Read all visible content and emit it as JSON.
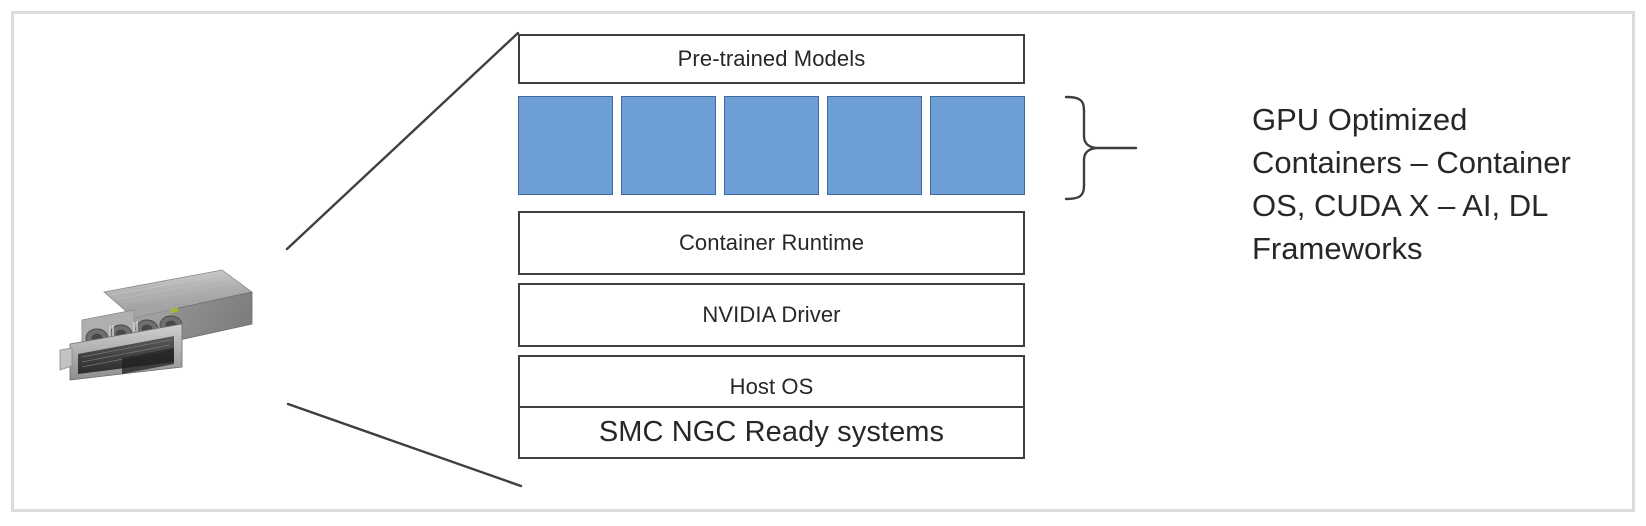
{
  "diagram": {
    "title_present": false,
    "colors": {
      "container_fill": "#6d9ed6",
      "container_stroke": "#41699a",
      "box_stroke": "#3f3f3f",
      "text": "#272727",
      "page_border": "#dcdcdc",
      "background": "#ffffff"
    },
    "server_image": {
      "label": "rack-mount GPU server chassis",
      "fan_count": 4
    },
    "stack": [
      {
        "id": "pre-trained-models",
        "label": "Pre-trained Models",
        "emphasis": "normal"
      },
      {
        "id": "container-runtime",
        "label": "Container Runtime",
        "emphasis": "normal"
      },
      {
        "id": "nvidia-driver",
        "label": "NVIDIA Driver",
        "emphasis": "normal"
      },
      {
        "id": "host-os",
        "label": "Host OS",
        "emphasis": "normal"
      },
      {
        "id": "smc-ngc-ready",
        "label": "SMC NGC Ready systems",
        "emphasis": "large"
      }
    ],
    "containers": {
      "count": 5,
      "items": [
        {
          "id": "container-1",
          "label": ""
        },
        {
          "id": "container-2",
          "label": ""
        },
        {
          "id": "container-3",
          "label": ""
        },
        {
          "id": "container-4",
          "label": ""
        },
        {
          "id": "container-5",
          "label": ""
        }
      ]
    },
    "annotation": {
      "lines": [
        "GPU Optimized",
        "Containers – Container",
        "OS, CUDA X – AI, DL",
        "Frameworks"
      ],
      "text": "GPU Optimized Containers – Container OS, CUDA X – AI, DL Frameworks"
    }
  }
}
